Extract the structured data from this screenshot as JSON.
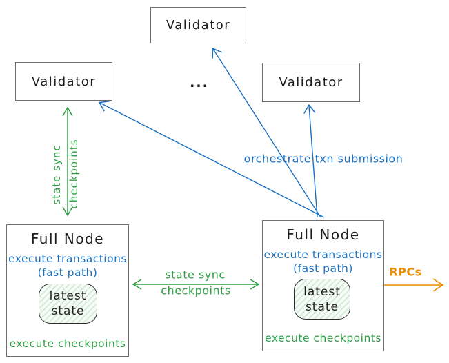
{
  "colors": {
    "green": "#2f9e44",
    "blue": "#1971c2",
    "orange": "#f08c00",
    "box_border": "#6e6e6e",
    "text": "#1e1e1e"
  },
  "validators": [
    {
      "label": "Validator"
    },
    {
      "label": "Validator"
    },
    {
      "label": "Validator"
    }
  ],
  "ellipsis": "...",
  "full_nodes": {
    "left": {
      "title": "Full Node",
      "exec_transactions": "execute transactions",
      "fast_path": "(fast path)",
      "latest_state_line1": "latest",
      "latest_state_line2": "state",
      "exec_checkpoints": "execute checkpoints"
    },
    "right": {
      "title": "Full Node",
      "exec_transactions": "execute transactions",
      "fast_path": "(fast path)",
      "latest_state_line1": "latest",
      "latest_state_line2": "state",
      "exec_checkpoints": "execute checkpoints"
    }
  },
  "arrows": {
    "vertical_state_sync": {
      "line1": "state sync",
      "line2": "checkpoints"
    },
    "horizontal_state_sync": {
      "line1": "state sync",
      "line2": "checkpoints"
    },
    "orchestrate": {
      "label": "orchestrate txn submission"
    },
    "rpcs": {
      "label": "RPCs"
    }
  }
}
